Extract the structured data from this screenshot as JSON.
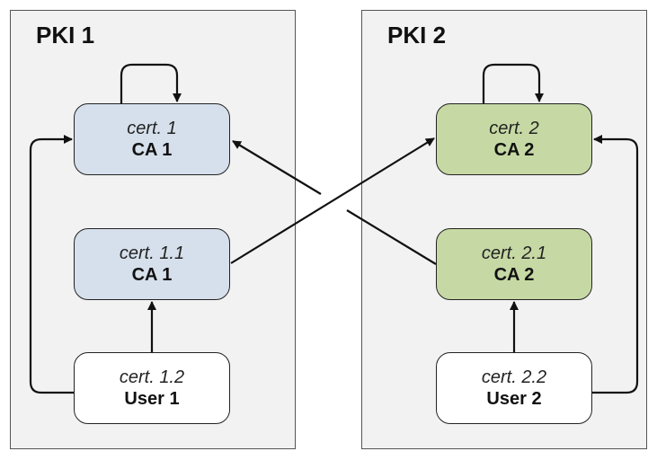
{
  "pki1": {
    "title": "PKI 1"
  },
  "pki2": {
    "title": "PKI 2"
  },
  "nodes": {
    "cert_1": {
      "cert": "cert. 1",
      "entity": "CA 1",
      "fill": "#d6e0ec"
    },
    "cert_1_1": {
      "cert": "cert. 1.1",
      "entity": "CA 1",
      "fill": "#d6e0ec"
    },
    "cert_1_2": {
      "cert": "cert. 1.2",
      "entity": "User 1",
      "fill": "#ffffff"
    },
    "cert_2": {
      "cert": "cert. 2",
      "entity": "CA 2",
      "fill": "#c6d9a4"
    },
    "cert_2_1": {
      "cert": "cert. 2.1",
      "entity": "CA 2",
      "fill": "#c6d9a4"
    },
    "cert_2_2": {
      "cert": "cert. 2.2",
      "entity": "User 2",
      "fill": "#ffffff"
    }
  },
  "edges": [
    {
      "from": "cert_1",
      "to": "cert_1",
      "kind": "self-signed"
    },
    {
      "from": "cert_1_1",
      "to": "cert_1",
      "kind": "cross"
    },
    {
      "from": "cert_1_2",
      "to": "cert_1_1",
      "kind": "issuer"
    },
    {
      "from": "cert_1_2",
      "to": "cert_1",
      "kind": "chain"
    },
    {
      "from": "cert_2",
      "to": "cert_2",
      "kind": "self-signed"
    },
    {
      "from": "cert_2_1",
      "to": "cert_1",
      "kind": "cross"
    },
    {
      "from": "cert_2_2",
      "to": "cert_2_1",
      "kind": "issuer"
    },
    {
      "from": "cert_2_2",
      "to": "cert_2",
      "kind": "chain"
    }
  ]
}
